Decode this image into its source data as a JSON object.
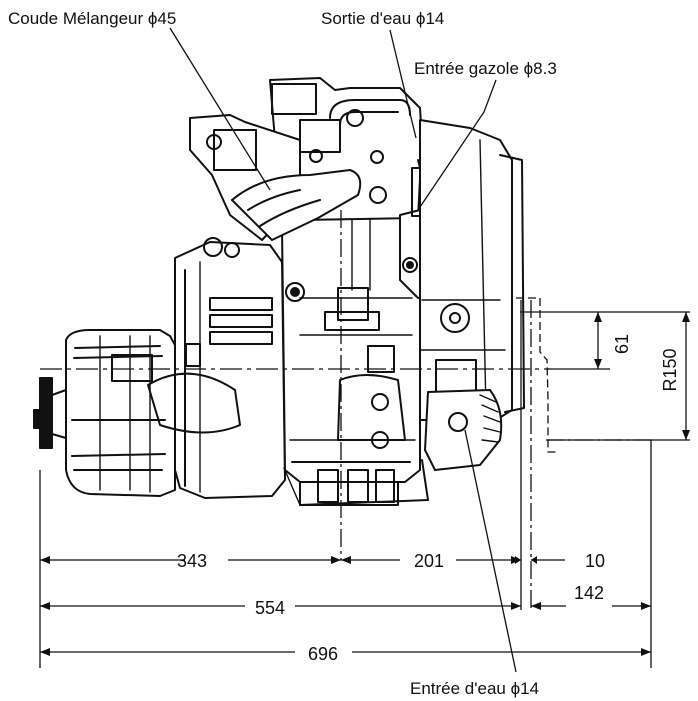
{
  "callouts": {
    "mixing_elbow": "Coude Mélangeur ϕ45",
    "water_outlet": "Sortie d'eau ϕ14",
    "fuel_inlet": "Entrée gazole ϕ8.3",
    "water_inlet": "Entrée d'eau  ϕ14"
  },
  "dimensions": {
    "d343": "343",
    "d201": "201",
    "d10": "10",
    "d142": "142",
    "d554": "554",
    "d696": "696",
    "d61": "61",
    "r150": "R150"
  }
}
